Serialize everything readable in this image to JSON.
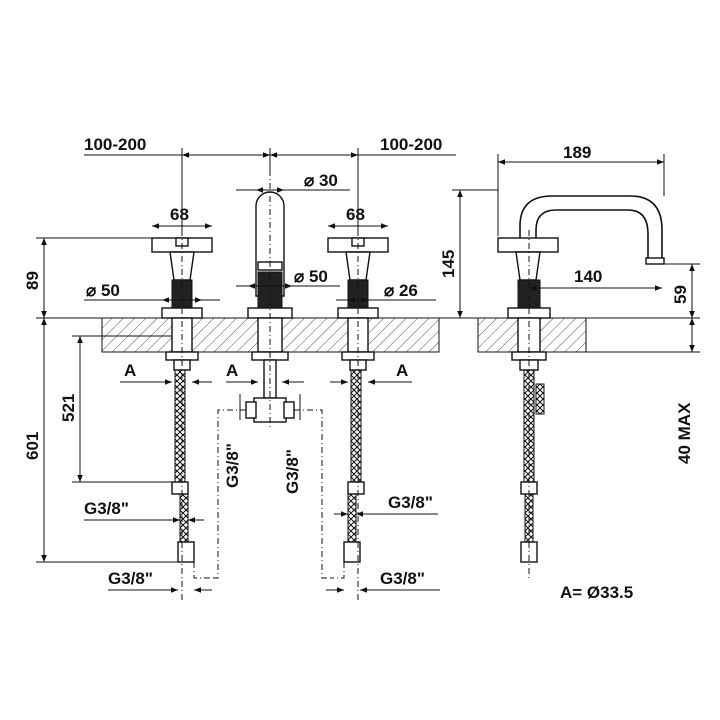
{
  "labels": {
    "spread_left": "100-200",
    "spread_right": "100-200",
    "spout_dia": "⌀ 30",
    "handle_left_width": "68",
    "handle_right_width": "68",
    "base_left_dia": "⌀ 50",
    "base_mid_dia": "⌀ 50",
    "base_right_dia": "⌀ 26",
    "height_above_deck": "89",
    "shank_length": "521",
    "total_length": "601",
    "hole_a_left": "A",
    "hole_a_mid": "A",
    "hole_a_right": "A",
    "conn_left_upper": "G3/8\"",
    "conn_left_lower": "G3/8\"",
    "conn_mid_left": "G3/8\"",
    "conn_mid_right": "G3/8\"",
    "conn_right_upper": "G3/8\"",
    "conn_right_lower": "G3/8\"",
    "side_width": "189",
    "side_height": "145",
    "spout_reach": "140",
    "spout_clearance": "59",
    "deck_max": "40 MAX",
    "note": "A= Ø33.5"
  }
}
